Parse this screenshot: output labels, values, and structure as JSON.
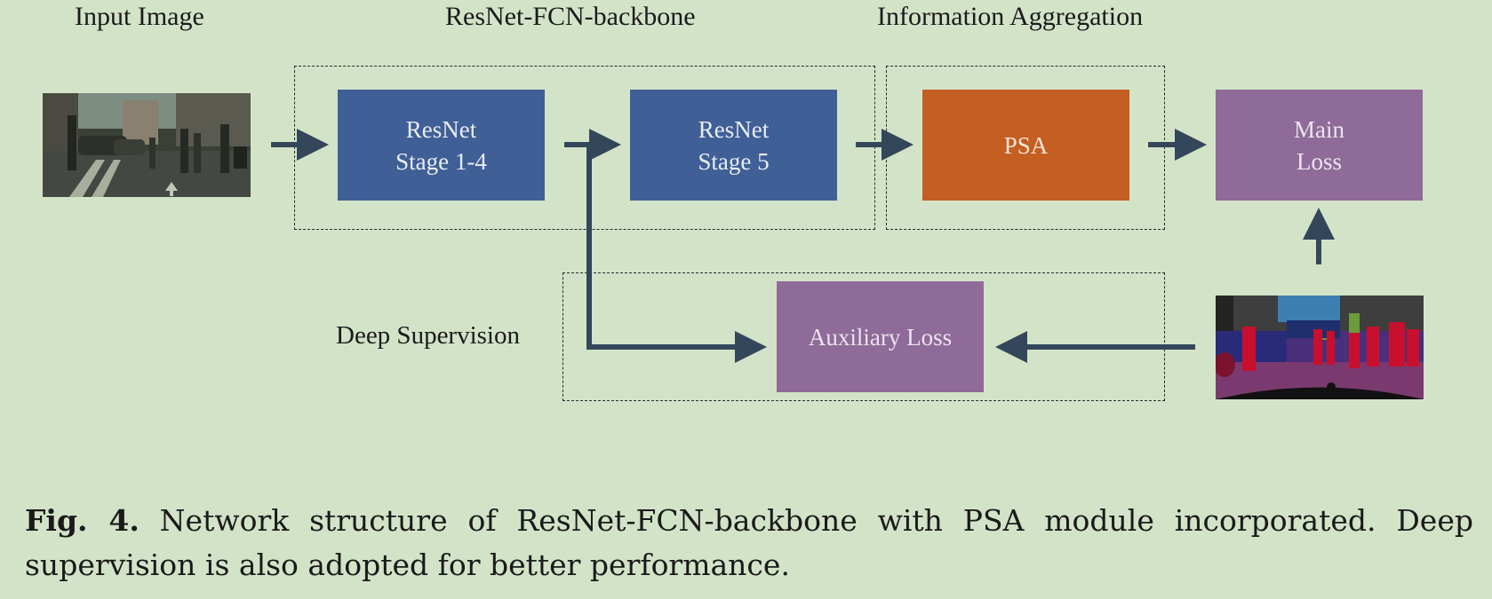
{
  "sections": {
    "input": "Input Image",
    "backbone": "ResNet-FCN-backbone",
    "aggregation": "Information Aggregation"
  },
  "blocks": {
    "stage14": "ResNet\nStage 1-4",
    "stage5": "ResNet\nStage 5",
    "psa": "PSA",
    "main_loss": "Main\nLoss",
    "aux_loss": "Auxiliary Loss"
  },
  "deep_supervision_label": "Deep Supervision",
  "caption": {
    "prefix": "Fig. 4.",
    "text": " Network structure of ResNet-FCN-backbone with PSA module incorporated. Deep supervision is also adopted for better performance."
  },
  "images": {
    "input_image": "street-scene-photo",
    "ground_truth": "segmentation-map"
  },
  "colors": {
    "background": "#d3e3c8",
    "resnet_block": "#3f5f96",
    "psa_block": "#c45e22",
    "loss_block": "#8f6b99",
    "arrow": "#34475a"
  }
}
